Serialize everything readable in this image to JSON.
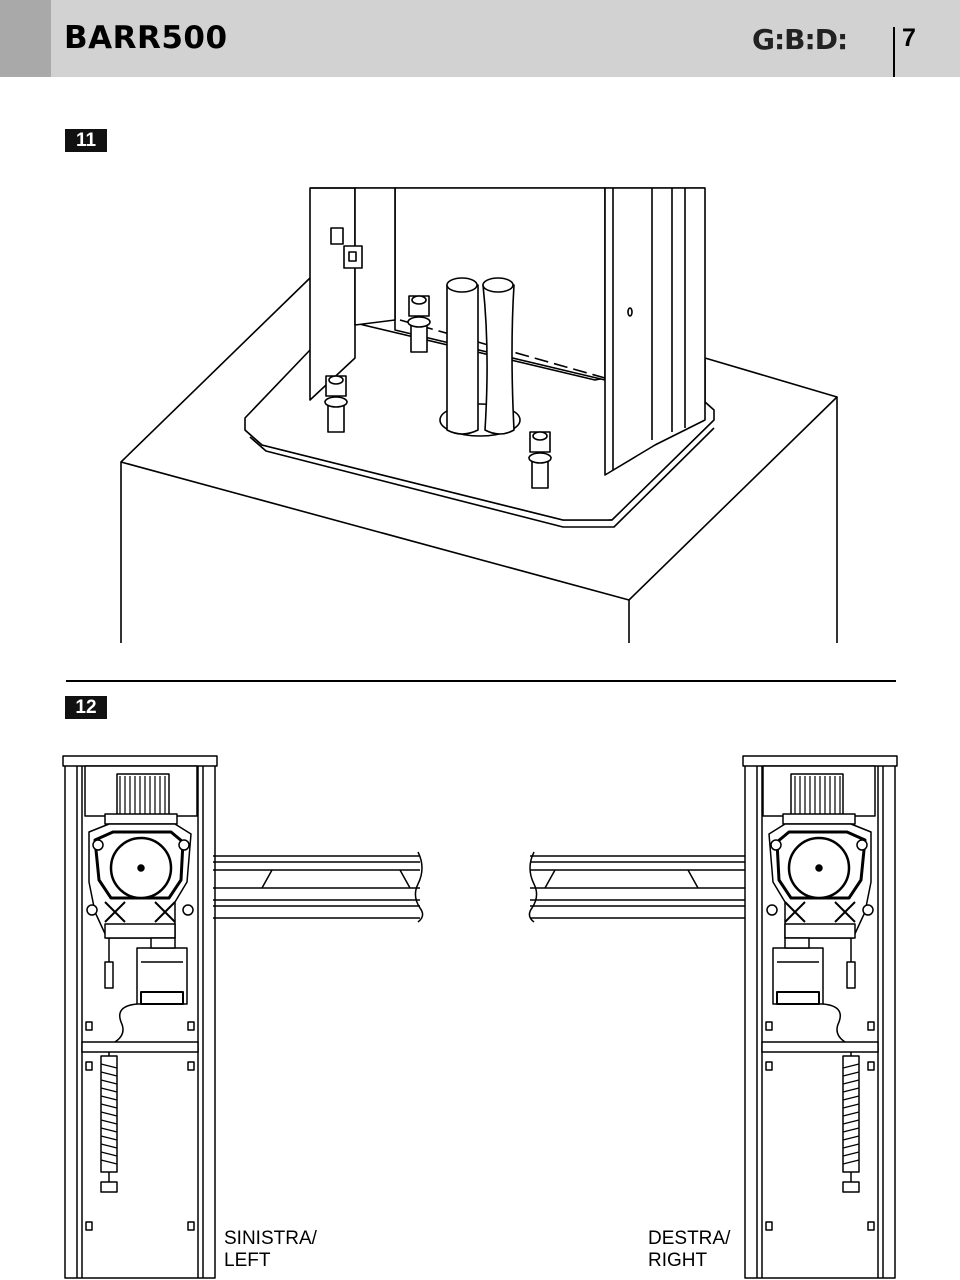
{
  "header": {
    "title": "BARR500",
    "brand": "G:B:D:",
    "page_number": "7"
  },
  "figures": [
    {
      "label": "11"
    },
    {
      "label": "12"
    }
  ],
  "captions": {
    "left": {
      "line1": "SINISTRA/",
      "line2": "LEFT"
    },
    "right": {
      "line1": "DESTRA/",
      "line2": "RIGHT"
    }
  },
  "colors": {
    "header_bg": "#d2d2d2",
    "header_tab": "#a9a9a9",
    "label_bg": "#111111",
    "line": "#000000"
  }
}
